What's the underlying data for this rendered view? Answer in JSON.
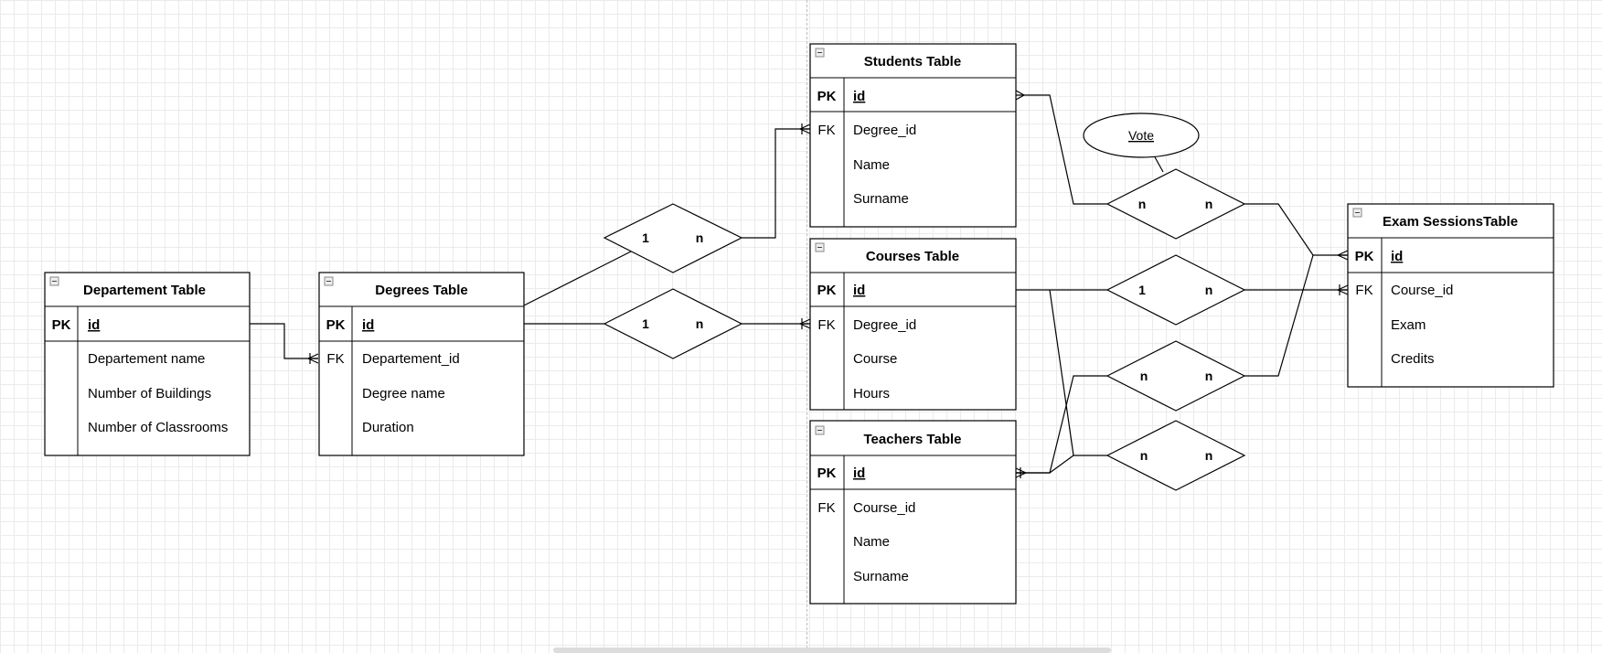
{
  "tables": {
    "departement": {
      "title": "Departement Table",
      "rows": [
        {
          "key": "PK",
          "field": "id"
        },
        {
          "key": "",
          "field": "Departement name"
        },
        {
          "key": "",
          "field": "Number of Buildings"
        },
        {
          "key": "",
          "field": "Number of Classrooms"
        }
      ]
    },
    "degrees": {
      "title": "Degrees Table",
      "rows": [
        {
          "key": "PK",
          "field": "id"
        },
        {
          "key": "FK",
          "field": "Departement_id"
        },
        {
          "key": "",
          "field": "Degree name"
        },
        {
          "key": "",
          "field": "Duration"
        }
      ]
    },
    "students": {
      "title": "Students Table",
      "rows": [
        {
          "key": "PK",
          "field": "id"
        },
        {
          "key": "FK",
          "field": "Degree_id"
        },
        {
          "key": "",
          "field": "Name"
        },
        {
          "key": "",
          "field": "Surname"
        }
      ]
    },
    "courses": {
      "title": "Courses Table",
      "rows": [
        {
          "key": "PK",
          "field": "id"
        },
        {
          "key": "FK",
          "field": "Degree_id"
        },
        {
          "key": "",
          "field": "Course"
        },
        {
          "key": "",
          "field": "Hours"
        }
      ]
    },
    "teachers": {
      "title": "Teachers Table",
      "rows": [
        {
          "key": "PK",
          "field": "id"
        },
        {
          "key": "FK",
          "field": "Course_id"
        },
        {
          "key": "",
          "field": "Name"
        },
        {
          "key": "",
          "field": "Surname"
        }
      ]
    },
    "exam_sessions": {
      "title": "Exam SessionsTable",
      "rows": [
        {
          "key": "PK",
          "field": "id"
        },
        {
          "key": "FK",
          "field": "Course_id"
        },
        {
          "key": "",
          "field": "Exam"
        },
        {
          "key": "",
          "field": "Credits"
        }
      ]
    }
  },
  "relations": {
    "degrees_students": {
      "left": "1",
      "right": "n"
    },
    "degrees_courses": {
      "left": "1",
      "right": "n"
    },
    "students_exams": {
      "left": "n",
      "right": "n"
    },
    "courses_exams": {
      "left": "1",
      "right": "n"
    },
    "teachers_exams": {
      "left": "n",
      "right": "n"
    },
    "teachers_courses": {
      "left": "n",
      "right": "n"
    }
  },
  "attributes": {
    "vote": "Vote"
  },
  "colors": {
    "line": "#000000",
    "grid": "#ebebeb"
  }
}
